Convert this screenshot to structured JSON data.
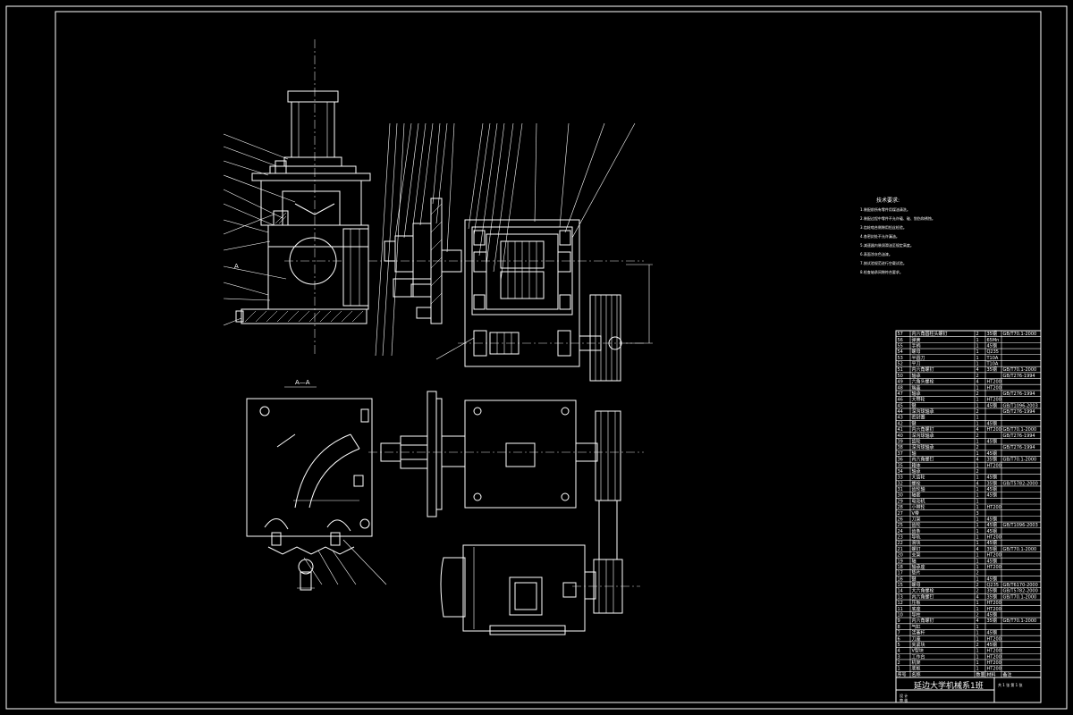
{
  "section_label": "A—A",
  "view_marker": "A",
  "tech_notes": {
    "heading": "技术要求:",
    "lines": [
      "1.装配前所有零件用煤油清洗。",
      "2.装配过程中零件不允许磕、碰、划伤和锈蚀。",
      "3.齿轮啮合侧隙用铅丝检验。",
      "4.各密封处不允许漏油。",
      "5.减速器内装润滑油至规定高度。",
      "6.表面涂灰色油漆。",
      "7.按试验规范进行空载试验。",
      "8.检查轴承间隙符合要求。"
    ]
  },
  "bom": {
    "rows": [
      {
        "no": "57",
        "name": "内六角圆柱头螺钉",
        "qty": "2",
        "mat": "35钢",
        "std": "GB/T70.1-2000"
      },
      {
        "no": "56",
        "name": "弹簧",
        "qty": "1",
        "mat": "65Mn",
        "std": ""
      },
      {
        "no": "55",
        "name": "手柄",
        "qty": "1",
        "mat": "45钢",
        "std": ""
      },
      {
        "no": "54",
        "name": "螺母",
        "qty": "1",
        "mat": "Q235",
        "std": ""
      },
      {
        "no": "53",
        "name": "半圆刀",
        "qty": "1",
        "mat": "T10A",
        "std": ""
      },
      {
        "no": "52",
        "name": "平刀",
        "qty": "1",
        "mat": "T10A",
        "std": ""
      },
      {
        "no": "51",
        "name": "内六角螺钉",
        "qty": "4",
        "mat": "35钢",
        "std": "GB/T70.1-2000"
      },
      {
        "no": "50",
        "name": "轴承",
        "qty": "2",
        "mat": "",
        "std": "GB/T276-1994"
      },
      {
        "no": "49",
        "name": "六角头螺栓",
        "qty": "4",
        "mat": "HT200",
        "std": ""
      },
      {
        "no": "48",
        "name": "端盖",
        "qty": "1",
        "mat": "HT200",
        "std": ""
      },
      {
        "no": "47",
        "name": "轴承",
        "qty": "2",
        "mat": "",
        "std": "GB/T276-1994"
      },
      {
        "no": "46",
        "name": "大带轮",
        "qty": "1",
        "mat": "HT200",
        "std": ""
      },
      {
        "no": "45",
        "name": "键",
        "qty": "1",
        "mat": "45钢",
        "std": "GB/T1096-2003"
      },
      {
        "no": "44",
        "name": "深沟球轴承",
        "qty": "2",
        "mat": "",
        "std": "GB/T276-1994"
      },
      {
        "no": "43",
        "name": "密封圈",
        "qty": "1",
        "mat": "",
        "std": ""
      },
      {
        "no": "42",
        "name": "键",
        "qty": "1",
        "mat": "45钢",
        "std": ""
      },
      {
        "no": "41",
        "name": "内六角螺钉",
        "qty": "4",
        "mat": "HT200",
        "std": "GB/T70.1-2000"
      },
      {
        "no": "40",
        "name": "深沟球轴承",
        "qty": "2",
        "mat": "",
        "std": "GB/T276-1994"
      },
      {
        "no": "39",
        "name": "齿轮",
        "qty": "1",
        "mat": "45钢",
        "std": ""
      },
      {
        "no": "38",
        "name": "深沟球轴承",
        "qty": "2",
        "mat": "",
        "std": "GB/T276-1994"
      },
      {
        "no": "37",
        "name": "轴",
        "qty": "1",
        "mat": "45钢",
        "std": ""
      },
      {
        "no": "36",
        "name": "内六角螺钉",
        "qty": "4",
        "mat": "35钢",
        "std": "GB/T70.1-2000"
      },
      {
        "no": "35",
        "name": "箱体",
        "qty": "1",
        "mat": "HT200",
        "std": ""
      },
      {
        "no": "34",
        "name": "轴承",
        "qty": "2",
        "mat": "",
        "std": ""
      },
      {
        "no": "33",
        "name": "大齿轮",
        "qty": "1",
        "mat": "45钢",
        "std": ""
      },
      {
        "no": "32",
        "name": "螺栓",
        "qty": "4",
        "mat": "35钢",
        "std": "GB/T5782-2000"
      },
      {
        "no": "31",
        "name": "齿轮轴",
        "qty": "1",
        "mat": "45钢",
        "std": ""
      },
      {
        "no": "30",
        "name": "轴套",
        "qty": "1",
        "mat": "45钢",
        "std": ""
      },
      {
        "no": "29",
        "name": "电动机",
        "qty": "1",
        "mat": "",
        "std": ""
      },
      {
        "no": "28",
        "name": "小带轮",
        "qty": "1",
        "mat": "HT200",
        "std": ""
      },
      {
        "no": "27",
        "name": "V带",
        "qty": "3",
        "mat": "",
        "std": ""
      },
      {
        "no": "26",
        "name": "刀架",
        "qty": "1",
        "mat": "45钢",
        "std": ""
      },
      {
        "no": "25",
        "name": "齿轮",
        "qty": "1",
        "mat": "45钢",
        "std": "GB/T1096-2003"
      },
      {
        "no": "24",
        "name": "齿条",
        "qty": "1",
        "mat": "45钢",
        "std": ""
      },
      {
        "no": "23",
        "name": "导轨",
        "qty": "1",
        "mat": "HT200",
        "std": ""
      },
      {
        "no": "22",
        "name": "滑块",
        "qty": "1",
        "mat": "45钢",
        "std": ""
      },
      {
        "no": "21",
        "name": "螺钉",
        "qty": "4",
        "mat": "35钢",
        "std": "GB/T70.1-2000"
      },
      {
        "no": "20",
        "name": "支架",
        "qty": "1",
        "mat": "HT200",
        "std": ""
      },
      {
        "no": "19",
        "name": "轴",
        "qty": "1",
        "mat": "45钢",
        "std": ""
      },
      {
        "no": "18",
        "name": "轴承座",
        "qty": "1",
        "mat": "HT200",
        "std": ""
      },
      {
        "no": "17",
        "name": "垫片",
        "qty": "2",
        "mat": "",
        "std": ""
      },
      {
        "no": "16",
        "name": "键",
        "qty": "1",
        "mat": "45钢",
        "std": ""
      },
      {
        "no": "15",
        "name": "螺母",
        "qty": "2",
        "mat": "Q235",
        "std": "GB/T6170-2000"
      },
      {
        "no": "14",
        "name": "大六角螺栓",
        "qty": "2",
        "mat": "35钢",
        "std": "GB/T5782-2000"
      },
      {
        "no": "13",
        "name": "内六角螺钉",
        "qty": "4",
        "mat": "35钢",
        "std": "GB/T70.1-2000"
      },
      {
        "no": "12",
        "name": "压板",
        "qty": "1",
        "mat": "HT200",
        "std": ""
      },
      {
        "no": "11",
        "name": "底座",
        "qty": "1",
        "mat": "HT200",
        "std": ""
      },
      {
        "no": "10",
        "name": "导柱",
        "qty": "2",
        "mat": "45钢",
        "std": ""
      },
      {
        "no": "9",
        "name": "内六角螺钉",
        "qty": "4",
        "mat": "35钢",
        "std": "GB/T70.1-2000"
      },
      {
        "no": "8",
        "name": "气缸",
        "qty": "1",
        "mat": "",
        "std": ""
      },
      {
        "no": "7",
        "name": "活塞杆",
        "qty": "1",
        "mat": "45钢",
        "std": ""
      },
      {
        "no": "6",
        "name": "刀座",
        "qty": "1",
        "mat": "HT200",
        "std": ""
      },
      {
        "no": "5",
        "name": "夹紧块",
        "qty": "2",
        "mat": "45钢",
        "std": ""
      },
      {
        "no": "4",
        "name": "V型块",
        "qty": "1",
        "mat": "HT200",
        "std": ""
      },
      {
        "no": "3",
        "name": "工作台",
        "qty": "1",
        "mat": "HT200",
        "std": ""
      },
      {
        "no": "2",
        "name": "机架",
        "qty": "1",
        "mat": "HT200",
        "std": ""
      },
      {
        "no": "1",
        "name": "底板",
        "qty": "1",
        "mat": "HT200",
        "std": ""
      }
    ],
    "header": {
      "no": "序号",
      "name": "名称",
      "qty": "数量",
      "mat": "材料",
      "std": "备注"
    }
  },
  "title_block": {
    "school": "延边大学机械系1班",
    "sheet": "共 1 张  第 1 张",
    "labels": [
      "设 计",
      "审 核"
    ]
  }
}
